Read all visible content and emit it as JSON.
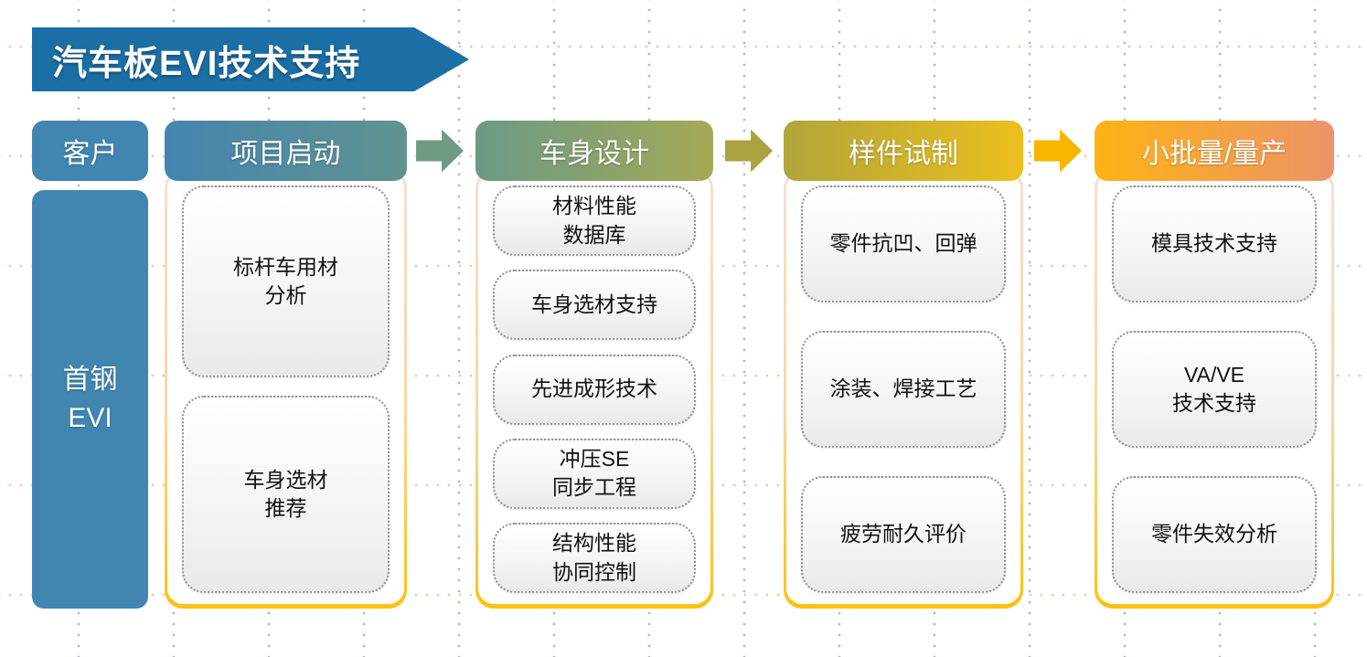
{
  "title": "汽车板EVI技术支持",
  "customer": {
    "header": "客户",
    "body": "首钢\nEVI"
  },
  "columns": [
    {
      "header": "项目启动",
      "items": [
        "标杆车用材\n分析",
        "车身选材\n推荐"
      ]
    },
    {
      "header": "车身设计",
      "items": [
        "材料性能\n数据库",
        "车身选材支持",
        "先进成形技术",
        "冲压SE\n同步工程",
        "结构性能\n协同控制"
      ]
    },
    {
      "header": "样件试制",
      "items": [
        "零件抗凹、回弹",
        "涂装、焊接工艺",
        "疲劳耐久评价"
      ]
    },
    {
      "header": "小批量/量产",
      "items": [
        "模具技术支持",
        "VA/VE\n技术支持",
        "零件失效分析"
      ]
    }
  ],
  "icons": [
    "flow-arrow-right",
    "flow-arrow-right",
    "flow-arrow-right"
  ],
  "colors": {
    "title_banner": "#1c6fa5",
    "customer_blue": "#4186b1",
    "stage_header_gradients": [
      [
        "#4485af",
        "#619390"
      ],
      [
        "#6a9a87",
        "#a5a955"
      ],
      [
        "#b1a53b",
        "#ecbf1d"
      ],
      [
        "#fdb414",
        "#ec9369"
      ]
    ],
    "arrow_colors": [
      "#6f9b84",
      "#aca23f",
      "#f8b500"
    ],
    "frame_border_top": "#f8ded2",
    "frame_border_bottom": "#fdc011",
    "item_border": "#8f8f8f"
  }
}
